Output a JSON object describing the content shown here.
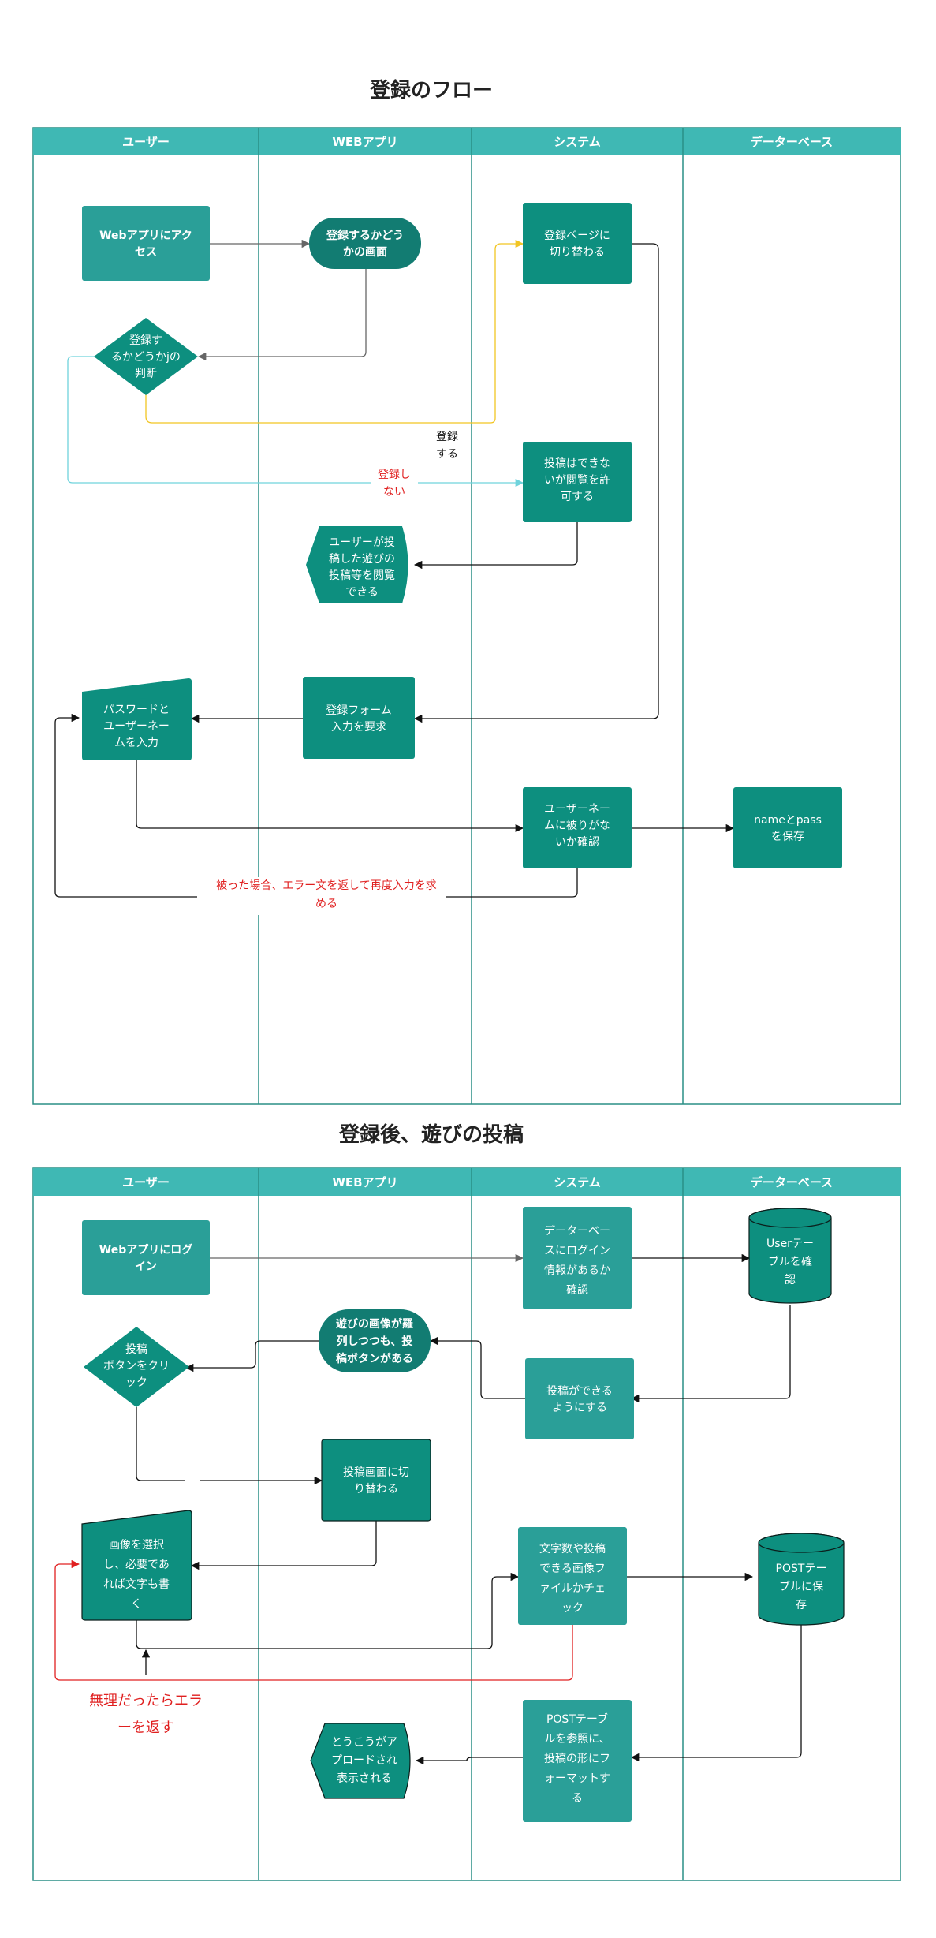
{
  "colors": {
    "header": "#3fb8b4",
    "node_primary": "#0d8f7f",
    "node_light": "#2a9f98",
    "node_dark": "#127c72",
    "lane_border": "#2a8f86",
    "arrow_gray": "#666666",
    "arrow_black": "#111111",
    "arrow_yellow": "#f2c522",
    "arrow_cyan": "#6fd3dc",
    "arrow_red": "#e02020",
    "label_red": "#e02020"
  },
  "diagrams": [
    {
      "title": "登録のフロー",
      "lanes": [
        "ユーザー",
        "WEBアプリ",
        "システム",
        "データーベース"
      ],
      "nodes": [
        {
          "id": "access",
          "label": "Webアプリにアクセス",
          "lines": [
            "Webアプリにアク",
            "セス"
          ],
          "icon": "rect-node",
          "bold": true
        },
        {
          "id": "register_screen",
          "label": "登録するかどうかの画面",
          "lines": [
            "登録するかどう",
            "かの画面"
          ],
          "icon": "terminal-node",
          "bold": true
        },
        {
          "id": "switch_page",
          "label": "登録ページに切り替わる",
          "lines": [
            "登録ページに",
            "切り替わる"
          ],
          "icon": "rect-node",
          "bold": false
        },
        {
          "id": "decision",
          "label": "登録するかどうかjの判断",
          "lines": [
            "登録す",
            "るかどうかjの",
            "判断"
          ],
          "icon": "diamond-node",
          "bold": false
        },
        {
          "id": "allow_view",
          "label": "投稿はできないが閲覧を許可する",
          "lines": [
            "投稿はできな",
            "いが閲覧を許",
            "可する"
          ],
          "icon": "rect-node",
          "bold": false
        },
        {
          "id": "view_posts",
          "label": "ユーザーが投稿した遊びの投稿等を閲覧できる",
          "lines": [
            "ユーザーが投",
            "稿した遊びの",
            "投稿等を閲覧",
            "できる"
          ],
          "icon": "display-node",
          "bold": false
        },
        {
          "id": "input_pw",
          "label": "パスワードとユーザーネームを入力",
          "lines": [
            "パスワードと",
            "ユーザーネー",
            "ムを入力"
          ],
          "icon": "manual-input-node",
          "bold": false
        },
        {
          "id": "request_form",
          "label": "登録フォーム入力を要求",
          "lines": [
            "登録フォーム",
            "入力を要求"
          ],
          "icon": "rect-node",
          "bold": false
        },
        {
          "id": "check_dup",
          "label": "ユーザーネームに被りがないか確認",
          "lines": [
            "ユーザーネー",
            "ムに被りがな",
            "いか確認"
          ],
          "icon": "rect-node",
          "bold": false
        },
        {
          "id": "save",
          "label": "nameとpassを保存",
          "lines": [
            "nameとpass",
            "を保存"
          ],
          "icon": "rect-node",
          "bold": false
        }
      ],
      "labels": [
        {
          "id": "lbl_register",
          "lines": [
            "登録",
            "する"
          ],
          "color": "black"
        },
        {
          "id": "lbl_not_register",
          "lines": [
            "登録し",
            "ない"
          ],
          "color": "red"
        },
        {
          "id": "lbl_dup_error",
          "lines": [
            "被った場合、エラー文を返して再度入力を求",
            "める"
          ],
          "color": "red"
        }
      ]
    },
    {
      "title": "登録後、遊びの投稿",
      "lanes": [
        "ユーザー",
        "WEBアプリ",
        "システム",
        "データーベース"
      ],
      "nodes": [
        {
          "id": "login",
          "label": "Webアプリにログイン",
          "lines": [
            "Webアプリにログ",
            "イン"
          ],
          "icon": "rect-node",
          "bold": true
        },
        {
          "id": "check_login",
          "label": "データーベースにログイン情報があるか確認",
          "lines": [
            "データーベー",
            "スにログイン",
            "情報があるか",
            "確認"
          ],
          "icon": "rect-node",
          "bold": false
        },
        {
          "id": "user_table",
          "label": "Userテーブルを確認",
          "lines": [
            "Userテー",
            "ブルを確",
            "認"
          ],
          "icon": "database-node",
          "bold": false
        },
        {
          "id": "list_images",
          "label": "遊びの画像が羅列しつつも、投稿ボタンがある",
          "lines": [
            "遊びの画像が羅",
            "列しつつも、投",
            "稿ボタンがある"
          ],
          "icon": "terminal-node",
          "bold": true
        },
        {
          "id": "click_post",
          "label": "投稿ボタンをクリック",
          "lines": [
            "投稿",
            "ボタンをクリ",
            "ック"
          ],
          "icon": "diamond-node",
          "bold": false
        },
        {
          "id": "enable_post",
          "label": "投稿ができるようにする",
          "lines": [
            "投稿ができる",
            "ようにする"
          ],
          "icon": "rect-node",
          "bold": false
        },
        {
          "id": "switch_post",
          "label": "投稿画面に切り替わる",
          "lines": [
            "投稿画面に切",
            "り替わる"
          ],
          "icon": "rect-node",
          "bold": false
        },
        {
          "id": "select_image",
          "label": "画像を選択し、必要であれば文字も書く",
          "lines": [
            "画像を選択",
            "し、必要であ",
            "れば文字も書",
            "く"
          ],
          "icon": "manual-input-node",
          "bold": false
        },
        {
          "id": "check_file",
          "label": "文字数や投稿できる画像ファイルかチェック",
          "lines": [
            "文字数や投稿",
            "できる画像フ",
            "ァイルかチェ",
            "ック"
          ],
          "icon": "rect-node",
          "bold": false
        },
        {
          "id": "post_table",
          "label": "POSTテーブルに保存",
          "lines": [
            "POSTテー",
            "ブルに保",
            "存"
          ],
          "icon": "database-node",
          "bold": false
        },
        {
          "id": "format_post",
          "label": "POSTテーブルを参照に、投稿の形にフォーマットする",
          "lines": [
            "POSTテーブ",
            "ルを参照に、",
            "投稿の形にフ",
            "ォーマットす",
            "る"
          ],
          "icon": "rect-node",
          "bold": false
        },
        {
          "id": "display_upload",
          "label": "とうこうがアプロードされ表示される",
          "lines": [
            "とうこうがア",
            "プロードされ",
            "表示される"
          ],
          "icon": "display-node",
          "bold": false
        }
      ],
      "labels": [
        {
          "id": "lbl_error",
          "lines": [
            "無理だったらエラ",
            "ーを返す"
          ],
          "color": "red"
        }
      ]
    }
  ]
}
